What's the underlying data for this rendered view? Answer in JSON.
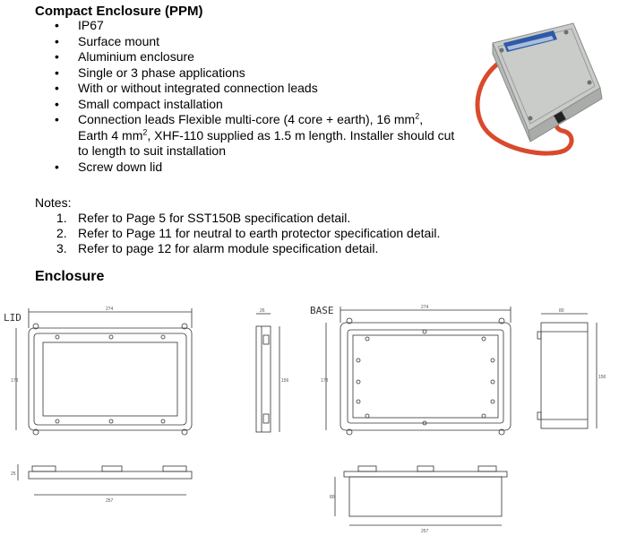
{
  "section_title": "Compact Enclosure (PPM)",
  "bullet_char": "•",
  "features": [
    {
      "text": "IP67"
    },
    {
      "text": "Surface mount"
    },
    {
      "text": "Aluminium enclosure"
    },
    {
      "text": "Single or 3 phase applications"
    },
    {
      "text": "With or without integrated connection leads"
    },
    {
      "text": "Small compact installation"
    },
    {
      "text_a": "Connection leads Flexible multi-core (4 core + earth), 16 mm",
      "sup_a": "2",
      "text_b": ",",
      "text_c": "Earth 4 mm",
      "sup_b": "2",
      "text_d": ", XHF-110 supplied as 1.5 m length.  Installer should cut to length to suit installation"
    },
    {
      "text": "Screw down lid"
    }
  ],
  "notes_label": "Notes:",
  "notes": [
    {
      "num": "1.",
      "text": "Refer to Page 5 for SST150B specification detail."
    },
    {
      "num": "2.",
      "text": "Refer to Page 11 for neutral to earth protector specification detail."
    },
    {
      "num": "3.",
      "text": "Refer to page 12 for alarm module specification detail."
    }
  ],
  "enclosure_title": "Enclosure",
  "drawings": {
    "lid_label": "LID",
    "base_label": "BASE",
    "lid_dims": {
      "width": "274",
      "height": "173",
      "side_width": "26",
      "side_height": "156",
      "bottom_width": "257",
      "bottom_height": "25"
    },
    "base_dims": {
      "width": "274",
      "height": "173",
      "side_width": "80",
      "side_height": "156",
      "bottom_width": "257",
      "bottom_height": "80"
    }
  },
  "colors": {
    "cable": "#d94a2c",
    "enclosure": "#c9ccc9",
    "label_blue": "#2d5aa8",
    "line": "#333333"
  }
}
